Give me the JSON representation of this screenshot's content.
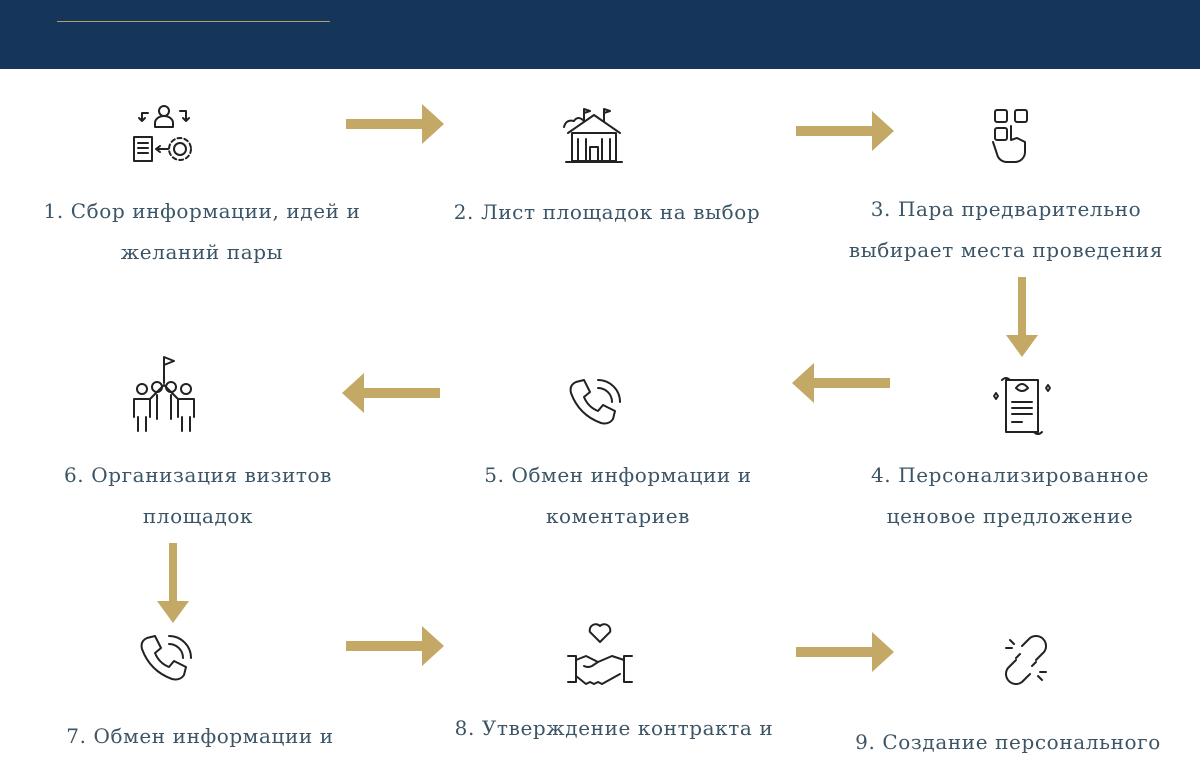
{
  "colors": {
    "header_bg": "#15365a",
    "accent_gold": "#c3a866",
    "text": "#3c5566",
    "icon": "#222222"
  },
  "steps": [
    {
      "label": "1. Сбор информации, идей и\nжеланий пары",
      "icon": "person-process-icon"
    },
    {
      "label": "2. Лист площадок на выбор",
      "icon": "venue-building-icon"
    },
    {
      "label": "3. Пара предварительно\nвыбирает места проведения",
      "icon": "hand-select-icon"
    },
    {
      "label": "4. Персонализированное\nценовое предложение",
      "icon": "document-scroll-icon"
    },
    {
      "label": "5. Обмен информации и\nкоментариев",
      "icon": "phone-call-icon"
    },
    {
      "label": "6. Организация визитов\nплощадок",
      "icon": "team-flag-icon"
    },
    {
      "label": "7. Обмен информации и",
      "icon": "phone-call-icon"
    },
    {
      "label": "8. Утверждение контракта и",
      "icon": "handshake-heart-icon"
    },
    {
      "label": "9. Создание персонального",
      "icon": "link-chain-icon"
    }
  ]
}
